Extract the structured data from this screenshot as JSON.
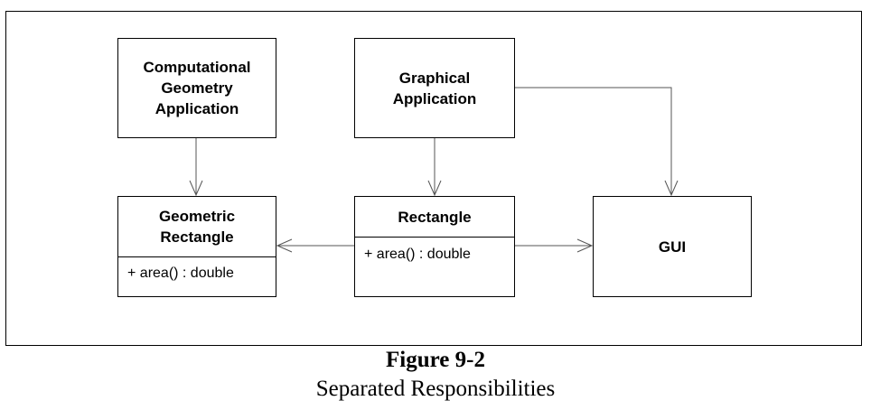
{
  "diagram": {
    "nodes": {
      "computational_geometry_app": {
        "title": "Computational\nGeometry\nApplication"
      },
      "graphical_app": {
        "title": "Graphical\nApplication"
      },
      "geometric_rectangle": {
        "title": "Geometric\nRectangle",
        "operation": "+ area() : double"
      },
      "rectangle": {
        "title": "Rectangle",
        "operation": "+ area() : double"
      },
      "gui": {
        "title": "GUI"
      }
    },
    "edges": [
      {
        "from": "Computational Geometry Application",
        "to": "Geometric Rectangle"
      },
      {
        "from": "Graphical Application",
        "to": "Rectangle"
      },
      {
        "from": "Graphical Application",
        "to": "GUI"
      },
      {
        "from": "Rectangle",
        "to": "Geometric Rectangle"
      },
      {
        "from": "Rectangle",
        "to": "GUI"
      }
    ]
  },
  "caption": {
    "title": "Figure 9-2",
    "subtitle": "Separated Responsibilities"
  }
}
